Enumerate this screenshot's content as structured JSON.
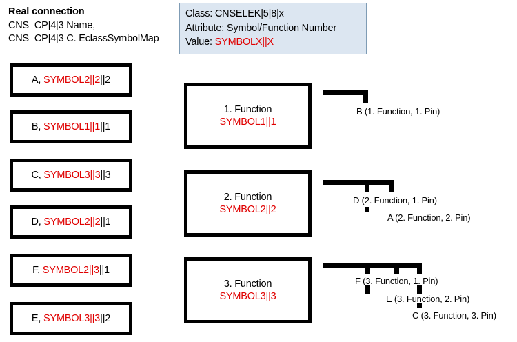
{
  "legend": {
    "title": "Real connection",
    "line1": "CNS_CP|4|3 Name,",
    "line2": "CNS_CP|4|3 C. EclassSymbolMap"
  },
  "info_box": {
    "class_line": "Class: CNSELEK|5|8|x",
    "attribute_line": "Attribute: Symbol/Function Number",
    "value_label": "Value: ",
    "value": "SYMBOLX||X",
    "value_color": "#e00000",
    "fill_color": "#dce6f1",
    "border_color": "#7f9cb5"
  },
  "connection_boxes": [
    {
      "prefix": "A, ",
      "symbol": "SYMBOL2||2",
      "suffix": "||2"
    },
    {
      "prefix": "B, ",
      "symbol": "SYMBOL1||1",
      "suffix": "||1"
    },
    {
      "prefix": "C, ",
      "symbol": "SYMBOL3||3",
      "suffix": "||3"
    },
    {
      "prefix": "D, ",
      "symbol": "SYMBOL2||2",
      "suffix": "||1"
    },
    {
      "prefix": "F, ",
      "symbol": "SYMBOL2||3",
      "suffix": "||1"
    },
    {
      "prefix": "E, ",
      "symbol": "SYMBOL3||3",
      "suffix": "||2"
    }
  ],
  "function_boxes": [
    {
      "name": "1. Function",
      "symbol": "SYMBOL1||1"
    },
    {
      "name": "2. Function",
      "symbol": "SYMBOL2||2"
    },
    {
      "name": "3. Function",
      "symbol": "SYMBOL3||3"
    }
  ],
  "pin_labels": {
    "f1_p1": "B (1. Function, 1. Pin)",
    "f2_p1": "D (2. Function, 1. Pin)",
    "f2_p2": "A (2. Function, 2. Pin)",
    "f3_p1": "F  (3. Function, 1. Pin)",
    "f3_p2": "E (3. Function, 2. Pin)",
    "f3_p3": "C (3. Function, 3. Pin)"
  }
}
